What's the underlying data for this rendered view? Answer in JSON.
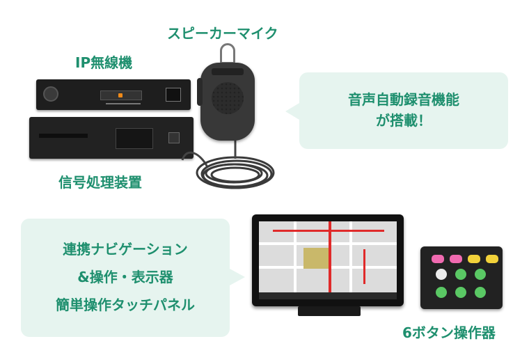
{
  "labels": {
    "speaker_mic": "スピーカーマイク",
    "ip_radio": "IP無線機",
    "signal_processor": "信号処理装置",
    "six_button_controller": "6ボタン操作器"
  },
  "bubbles": {
    "recording": {
      "line1": "音声自動録音機能",
      "line2": "が搭載！"
    },
    "navigation": {
      "line1": "連携ナビゲーション",
      "line2": "&操作・表示器",
      "line3": "簡単操作タッチパネル"
    }
  },
  "colors": {
    "accent_text": "#1e8f6e",
    "bubble_bg": "#e6f4ef"
  }
}
